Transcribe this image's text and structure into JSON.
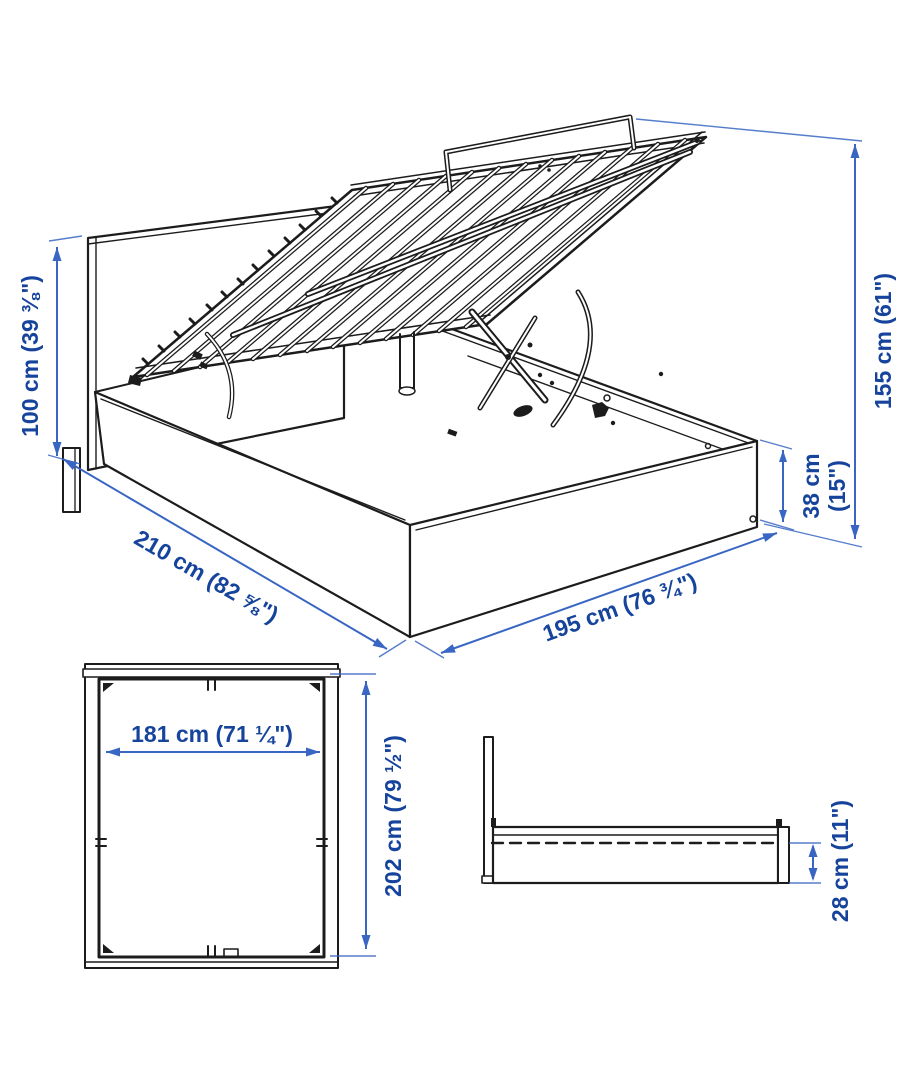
{
  "colors": {
    "background": "#ffffff",
    "line_art": "#1c1c1c",
    "dimension_line": "#3866c2",
    "dimension_text": "#16439c"
  },
  "dimensions": {
    "headboard_height": "100 cm (39 ⅜\")",
    "open_height": "155 cm (61\")",
    "base_height_cm": "38 cm",
    "base_height_in": "(15\")",
    "bed_length": "210 cm (82 ⅝\")",
    "bed_width": "195 cm (76 ¾\")",
    "mattress_width": "181 cm (71 ¼\")",
    "mattress_length": "202 cm (79 ½\")",
    "storage_depth": "28 cm (11\")"
  }
}
